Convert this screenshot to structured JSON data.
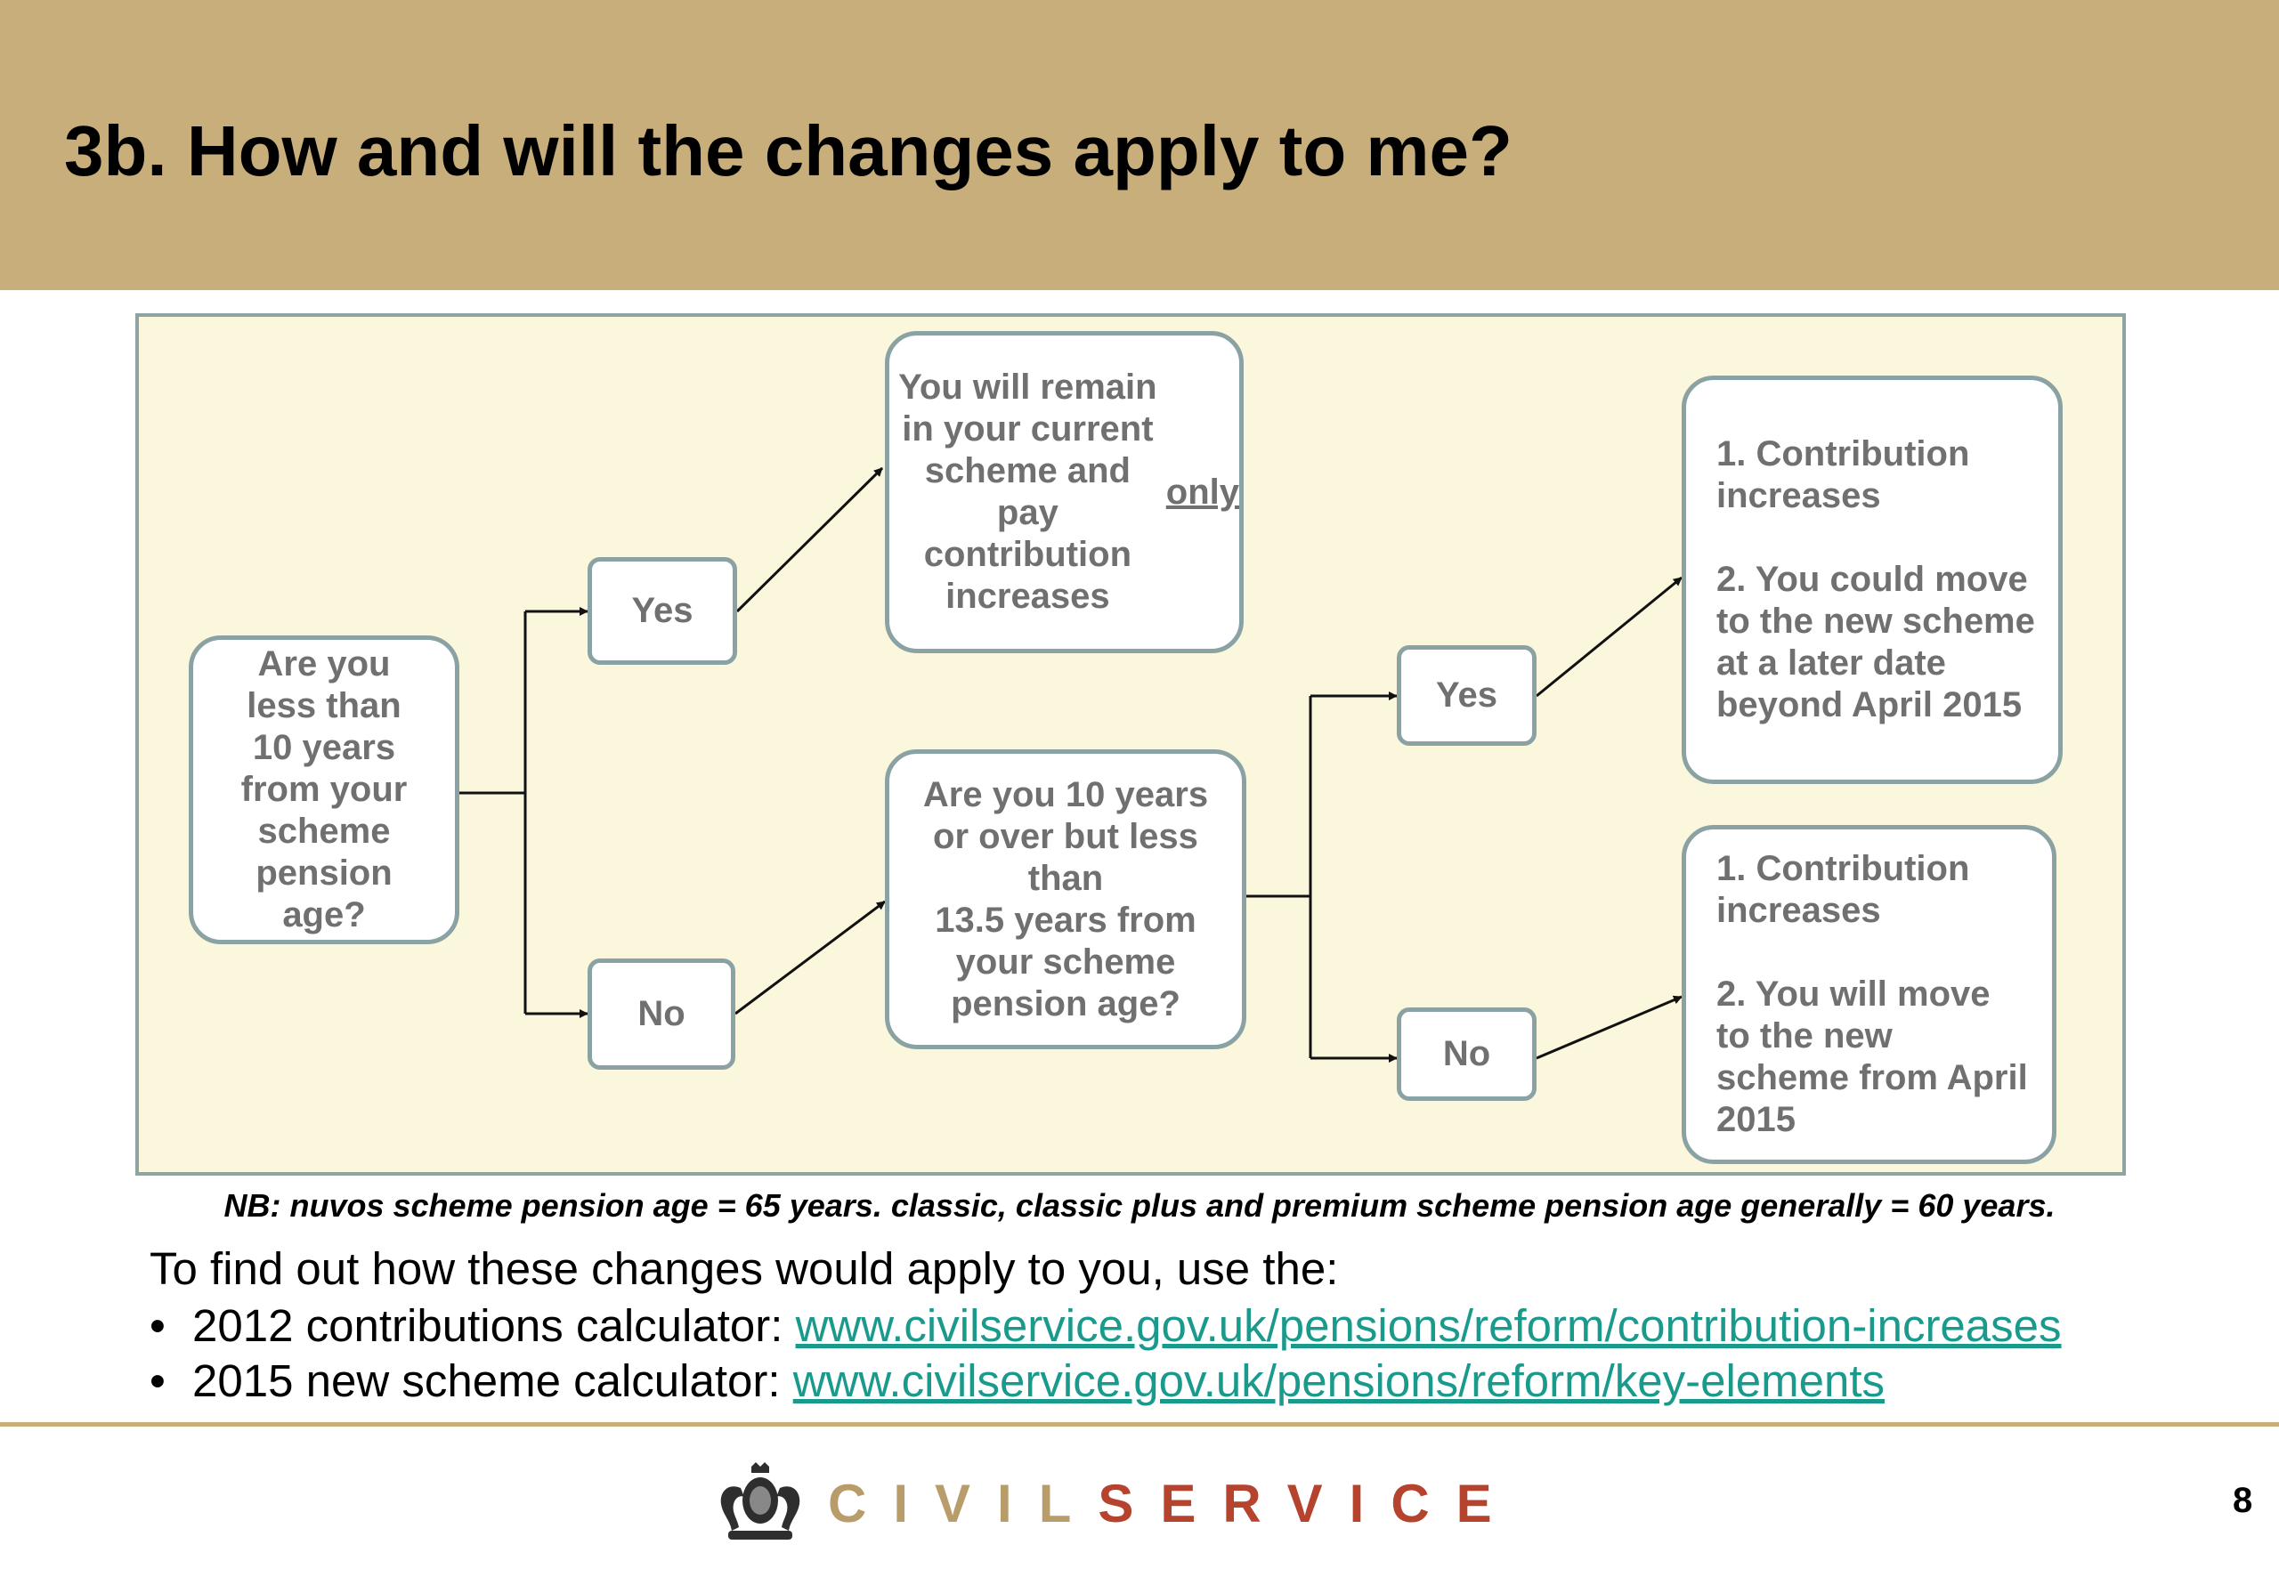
{
  "title": "3b. How and will the changes apply to me?",
  "diagram": {
    "q1": "Are you\nless than\n10 years\nfrom your\nscheme\npension\nage?",
    "yes1": "Yes",
    "no1": "No",
    "remain_main": "You will remain\nin your current\nscheme and pay\ncontribution\nincreases ",
    "remain_emph": "only",
    "q2": "Are you 10 years\nor over but less\nthan\n13.5 years from\nyour scheme\npension age?",
    "yes2": "Yes",
    "no2": "No",
    "outcome_later": "1. Contribution\nincreases\n\n2. You could move\nto the new scheme\nat a later date\nbeyond April 2015",
    "outcome_2015": "1. Contribution\nincreases\n\n2. You will move\nto the new\nscheme from April\n2015"
  },
  "nb_note": "NB: nuvos scheme pension age = 65 years. classic, classic plus and premium scheme pension age generally = 60 years.",
  "intro": "To find out how these changes would apply to you, use the:",
  "calculators": [
    {
      "bullet": "•",
      "label": "2012 contributions calculator: ",
      "link": "www.civilservice.gov.uk/pensions/reform/contribution-increases"
    },
    {
      "bullet": "•",
      "label": "2015 new scheme calculator: ",
      "link": "www.civilservice.gov.uk/pensions/reform/key-elements"
    }
  ],
  "footer": {
    "brand_civil": "CIVIL",
    "brand_service": "SERVICE",
    "crest_icon": "royal-crest-icon",
    "page_number": "8"
  },
  "colors": {
    "header_band": "#c8ae7b",
    "panel_fill": "#fbf7dc",
    "node_border": "#8ba2a5",
    "node_text": "#707070",
    "link": "#1a9a8c",
    "brand_civil": "#b89c6a",
    "brand_service": "#b5432e"
  }
}
